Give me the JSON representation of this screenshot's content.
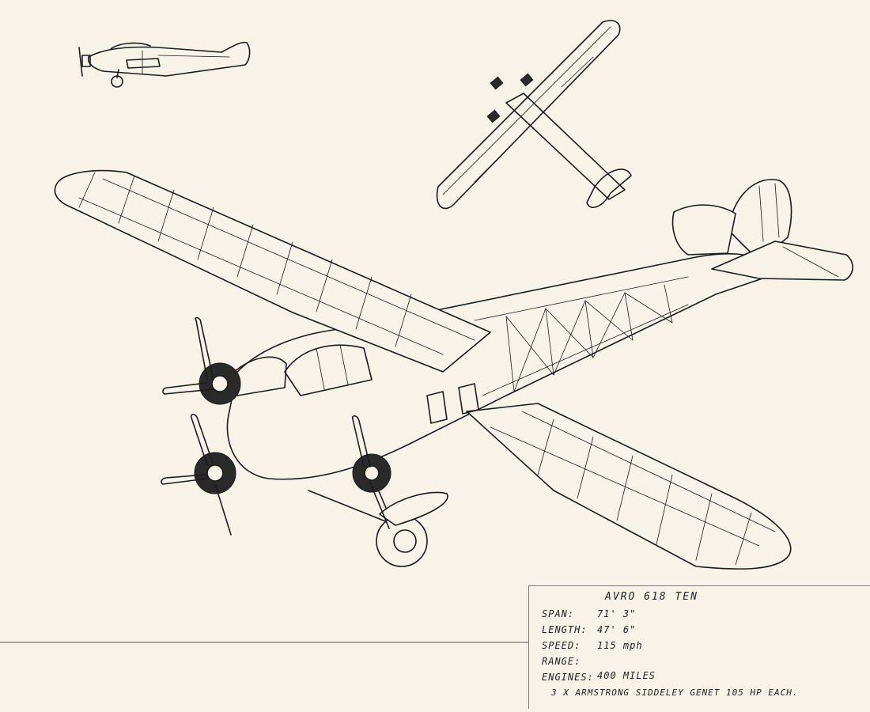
{
  "spec_sheet": {
    "title": "AVRO 618 TEN",
    "rows": [
      {
        "label": "SPAN:",
        "value": "71' 3\""
      },
      {
        "label": "LENGTH:",
        "value": "47' 6\""
      },
      {
        "label": "SPEED:",
        "value": "115 mph"
      },
      {
        "label": "RANGE:",
        "value": ""
      },
      {
        "label": "ENGINES:",
        "value": "400 MILES"
      }
    ],
    "engines_detail": "3 X ARMSTRONG SIDDELEY GENET 105 HP EACH."
  }
}
